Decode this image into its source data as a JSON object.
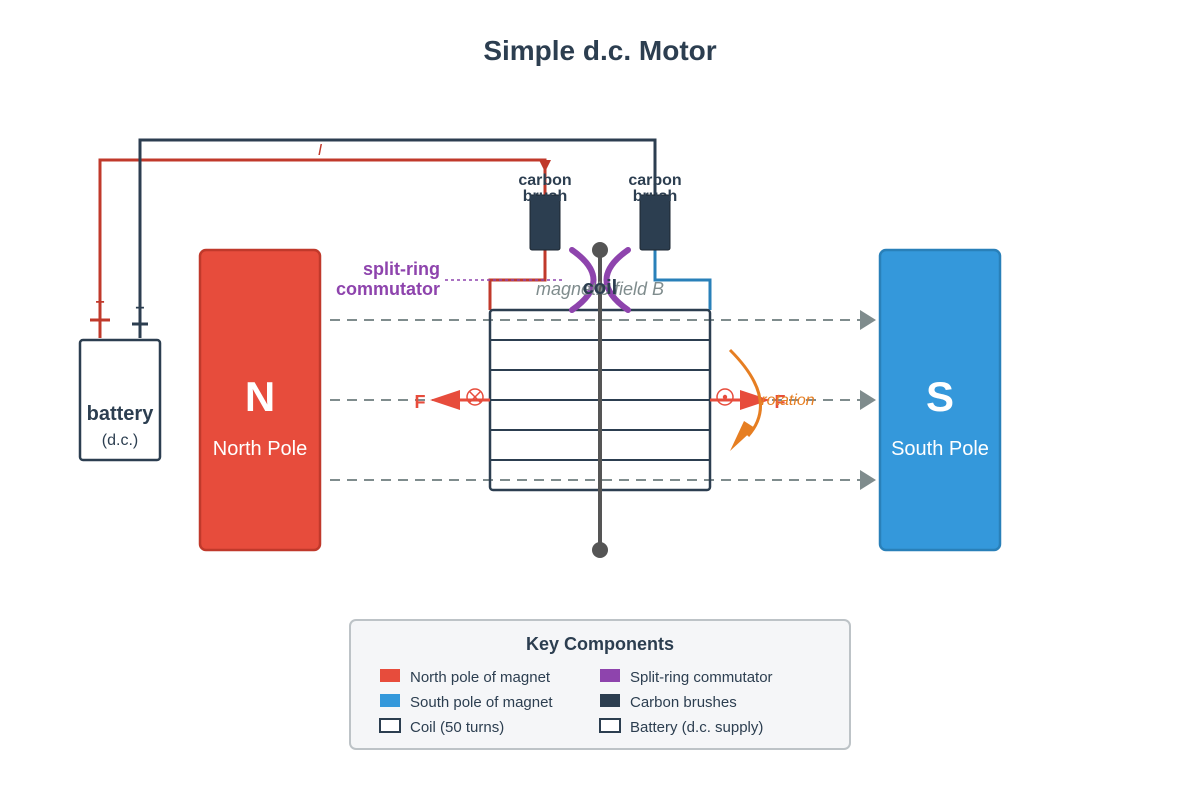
{
  "title": "Simple d.c. Motor",
  "north_pole": {
    "letter": "N",
    "name": "North Pole"
  },
  "south_pole": {
    "letter": "S",
    "name": "South Pole"
  },
  "battery": {
    "label": "battery",
    "sublabel": "(d.c.)",
    "terminal_pos": "+",
    "terminal_neg": "−"
  },
  "brush_left": {
    "line1": "carbon",
    "line2": "brush"
  },
  "brush_right": {
    "line1": "carbon",
    "line2": "brush"
  },
  "commutator": {
    "line1": "split-ring",
    "line2": "commutator"
  },
  "field_label": "magnetic field B",
  "coil_label": "coil",
  "current_label": "I",
  "force_left": "F",
  "force_right": "F",
  "rotation_label": "rotation",
  "colors": {
    "north": "#e74c3c",
    "south": "#3498db",
    "commutator": "#8e44ad",
    "brush": "#2c3e50",
    "wire_pos": "#c0392b",
    "wire_neg": "#2c3e50",
    "field": "#7f8c8d",
    "rotation": "#e67e22"
  },
  "legend": {
    "title": "Key Components",
    "items": [
      {
        "label": "North pole of magnet",
        "swatch": "north-filled"
      },
      {
        "label": "Split-ring commutator",
        "swatch": "commutator-filled"
      },
      {
        "label": "South pole of magnet",
        "swatch": "south-filled"
      },
      {
        "label": "Carbon brushes",
        "swatch": "brush-filled"
      },
      {
        "label": "Coil (50 turns)",
        "swatch": "coil-outline"
      },
      {
        "label": "Battery (d.c. supply)",
        "swatch": "battery-outline"
      }
    ]
  }
}
